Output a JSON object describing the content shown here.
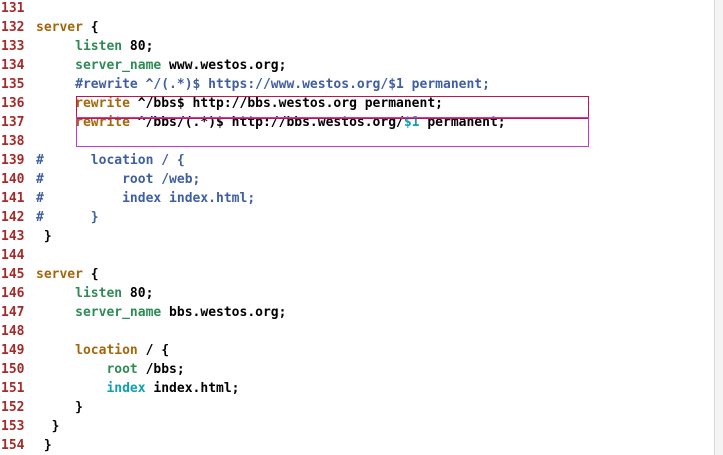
{
  "editor": {
    "highlight_colors": {
      "box_1": "#c0134f",
      "box_2": "#c03cc8"
    },
    "lines": [
      {
        "num": "131",
        "tokens": []
      },
      {
        "num": "132",
        "tokens": [
          {
            "t": "server",
            "c": "kw"
          },
          {
            "t": " {",
            "c": "text"
          }
        ]
      },
      {
        "num": "133",
        "tokens": [
          {
            "t": "     listen",
            "c": "dir"
          },
          {
            "t": " 80;",
            "c": "text"
          }
        ]
      },
      {
        "num": "134",
        "tokens": [
          {
            "t": "     server_name",
            "c": "dir"
          },
          {
            "t": " www.westos.org;",
            "c": "text"
          }
        ]
      },
      {
        "num": "135",
        "tokens": [
          {
            "t": "     #rewrite ^/(.*)$ https://www.westos.org/$1 permanent;",
            "c": "cmt"
          }
        ]
      },
      {
        "num": "136",
        "tokens": [
          {
            "t": "     rewrite",
            "c": "kw"
          },
          {
            "t": " ^/bbs$ http://bbs.westos.org permanent;",
            "c": "text"
          }
        ]
      },
      {
        "num": "137",
        "tokens": [
          {
            "t": "     rewrite",
            "c": "kw"
          },
          {
            "t": " ^/bbs/(.*)$ http://bbs.westos.org/",
            "c": "text"
          },
          {
            "t": "$1",
            "c": "var"
          },
          {
            "t": " permanent;",
            "c": "text"
          }
        ]
      },
      {
        "num": "138",
        "tokens": []
      },
      {
        "num": "139",
        "tokens": [
          {
            "t": "#      location / {",
            "c": "cmt"
          }
        ]
      },
      {
        "num": "140",
        "tokens": [
          {
            "t": "#          root /web;",
            "c": "cmt"
          }
        ]
      },
      {
        "num": "141",
        "tokens": [
          {
            "t": "#          index index.html;",
            "c": "cmt"
          }
        ]
      },
      {
        "num": "142",
        "tokens": [
          {
            "t": "#      }",
            "c": "cmt"
          }
        ]
      },
      {
        "num": "143",
        "tokens": [
          {
            "t": " }",
            "c": "text"
          }
        ]
      },
      {
        "num": "144",
        "tokens": []
      },
      {
        "num": "145",
        "tokens": [
          {
            "t": "server",
            "c": "kw"
          },
          {
            "t": " {",
            "c": "text"
          }
        ]
      },
      {
        "num": "146",
        "tokens": [
          {
            "t": "     listen",
            "c": "dir"
          },
          {
            "t": " 80;",
            "c": "text"
          }
        ]
      },
      {
        "num": "147",
        "tokens": [
          {
            "t": "     server_name",
            "c": "dir"
          },
          {
            "t": " bbs.westos.org;",
            "c": "text"
          }
        ]
      },
      {
        "num": "148",
        "tokens": []
      },
      {
        "num": "149",
        "tokens": [
          {
            "t": "     location",
            "c": "kw"
          },
          {
            "t": " / {",
            "c": "text"
          }
        ]
      },
      {
        "num": "150",
        "tokens": [
          {
            "t": "         root",
            "c": "dir"
          },
          {
            "t": " /bbs;",
            "c": "text"
          }
        ]
      },
      {
        "num": "151",
        "tokens": [
          {
            "t": "         index",
            "c": "var"
          },
          {
            "t": " index.html;",
            "c": "text"
          }
        ]
      },
      {
        "num": "152",
        "tokens": [
          {
            "t": "     }",
            "c": "text"
          }
        ]
      },
      {
        "num": "153",
        "tokens": [
          {
            "t": "  }",
            "c": "text"
          }
        ]
      },
      {
        "num": "154",
        "tokens": [
          {
            "t": " }",
            "c": "text"
          }
        ]
      }
    ]
  }
}
